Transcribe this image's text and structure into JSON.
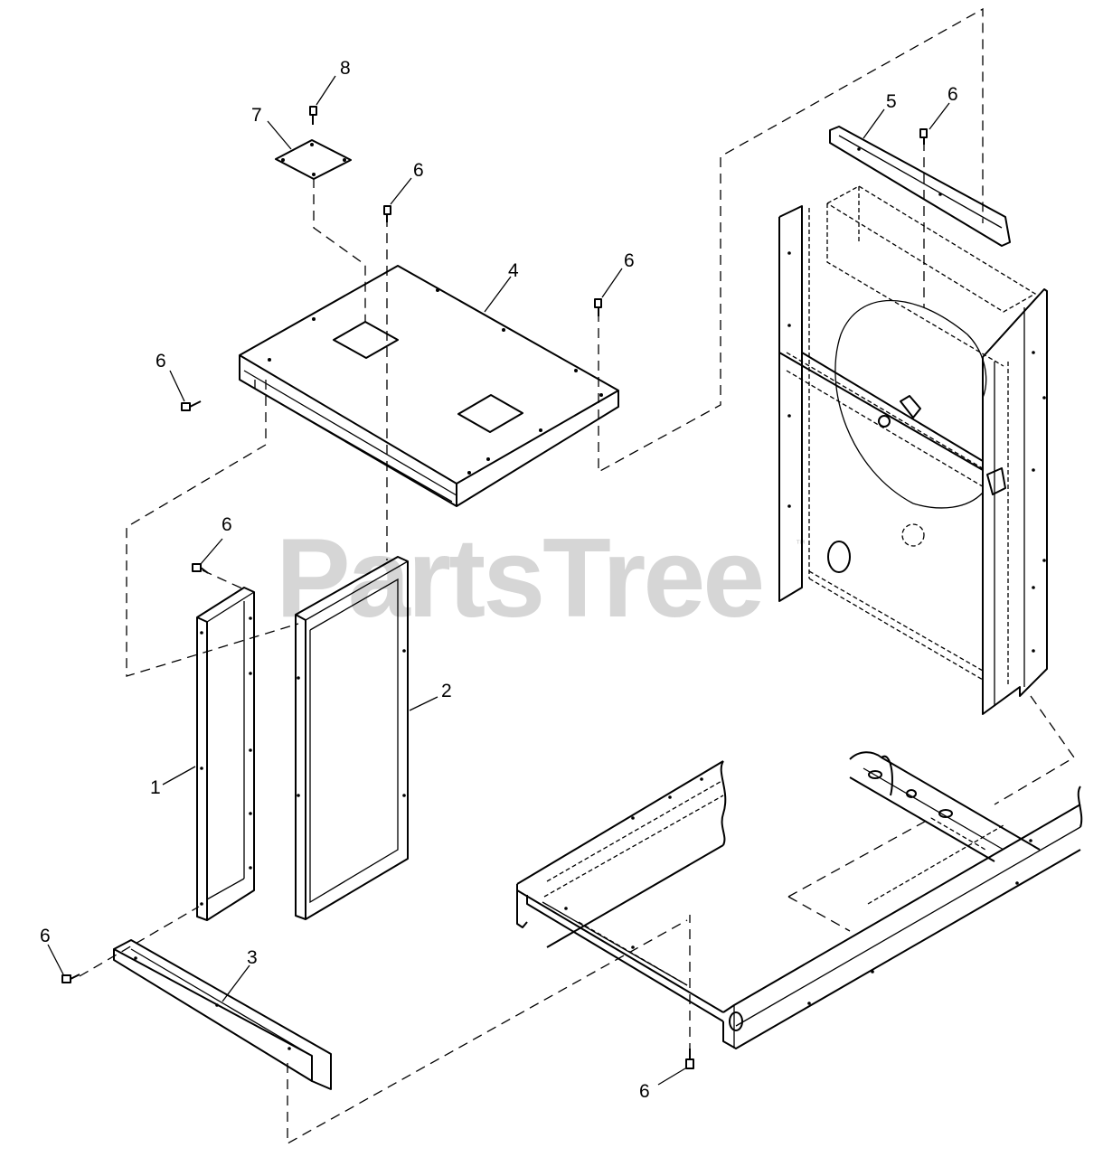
{
  "diagram": {
    "watermark": "PartsTree",
    "watermark_mark": "™",
    "callouts": {
      "c1": "1",
      "c2": "2",
      "c3": "3",
      "c4": "4",
      "c5": "5",
      "c6": "6",
      "c7": "7",
      "c8": "8"
    }
  }
}
